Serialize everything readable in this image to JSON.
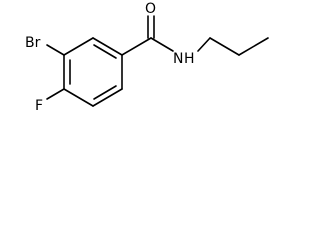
{
  "molecule": {
    "atoms": {
      "br": "Br",
      "f": "F",
      "o": "O",
      "nh": "N",
      "nh_h": "H"
    },
    "colors": {
      "bond": "#000000",
      "label": "#000000",
      "background": "#ffffff"
    }
  }
}
